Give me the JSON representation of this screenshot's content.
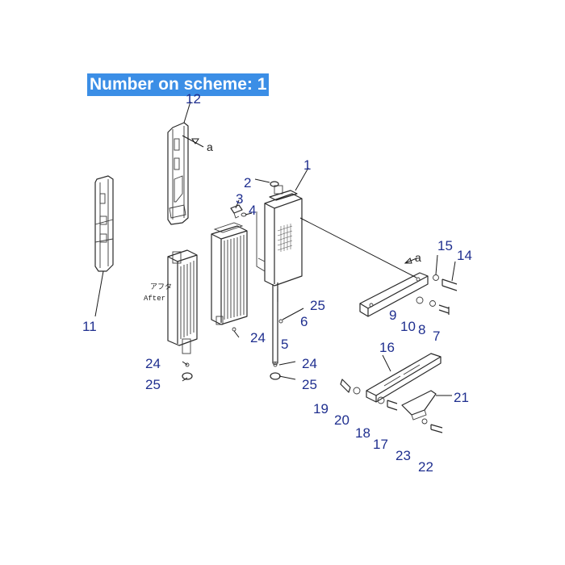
{
  "banner": {
    "text": "Number on scheme: 1"
  },
  "callouts": [
    {
      "id": "1",
      "text": "1"
    },
    {
      "id": "2",
      "text": "2"
    },
    {
      "id": "3",
      "text": "3"
    },
    {
      "id": "4",
      "text": "4"
    },
    {
      "id": "5",
      "text": "5"
    },
    {
      "id": "6",
      "text": "6"
    },
    {
      "id": "7",
      "text": "7"
    },
    {
      "id": "8",
      "text": "8"
    },
    {
      "id": "9",
      "text": "9"
    },
    {
      "id": "10",
      "text": "10"
    },
    {
      "id": "11",
      "text": "11"
    },
    {
      "id": "12",
      "text": "12"
    },
    {
      "id": "14",
      "text": "14"
    },
    {
      "id": "15",
      "text": "15"
    },
    {
      "id": "16",
      "text": "16"
    },
    {
      "id": "17",
      "text": "17"
    },
    {
      "id": "18",
      "text": "18"
    },
    {
      "id": "19",
      "text": "19"
    },
    {
      "id": "20",
      "text": "20"
    },
    {
      "id": "21",
      "text": "21"
    },
    {
      "id": "22",
      "text": "22"
    },
    {
      "id": "23",
      "text": "23"
    },
    {
      "id": "24a",
      "text": "24"
    },
    {
      "id": "24b",
      "text": "24"
    },
    {
      "id": "24c",
      "text": "24"
    },
    {
      "id": "25a",
      "text": "25"
    },
    {
      "id": "25b",
      "text": "25"
    },
    {
      "id": "25c",
      "text": "25"
    }
  ],
  "refs": {
    "a_top": "a",
    "a_right": "a"
  },
  "after_label": {
    "jp": "アフタ",
    "en": "After"
  }
}
